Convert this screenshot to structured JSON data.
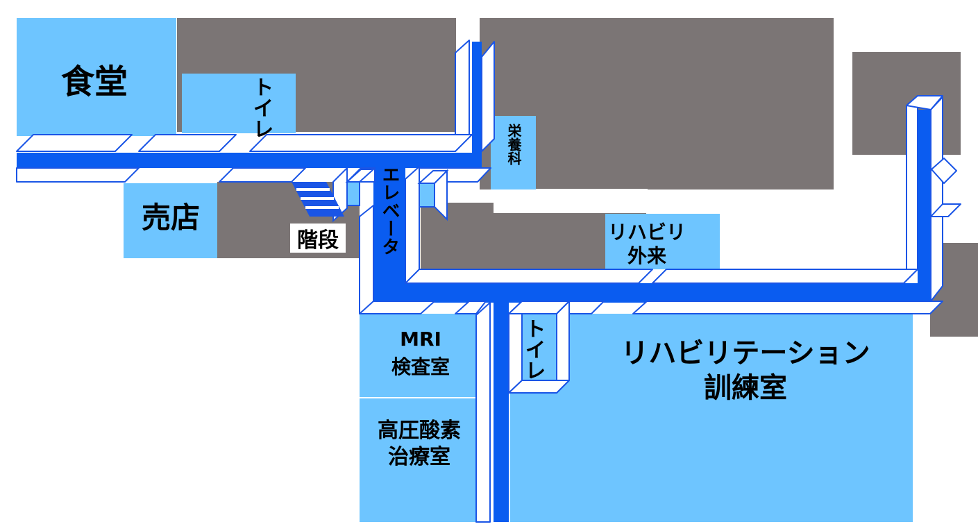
{
  "colors": {
    "room": "#6ec5ff",
    "wall": "#7b7575",
    "corridor": "#0a5cf0",
    "outline": "#1a55e6",
    "floor": "#ffffff"
  },
  "rooms": {
    "cafeteria": "食堂",
    "shop": "売店",
    "stairs": "階段",
    "toilet_north": "トイレ",
    "elevator": "エレベータ",
    "nutrition": "栄養科",
    "rehab_outpatient": [
      "リハビリ",
      "外来"
    ],
    "mri": [
      "MRI",
      "検査室"
    ],
    "hyperbaric": [
      "高圧酸素",
      "治療室"
    ],
    "toilet_south": "トイレ",
    "rehab_training": [
      "リハビリテーション",
      "訓練室"
    ]
  }
}
